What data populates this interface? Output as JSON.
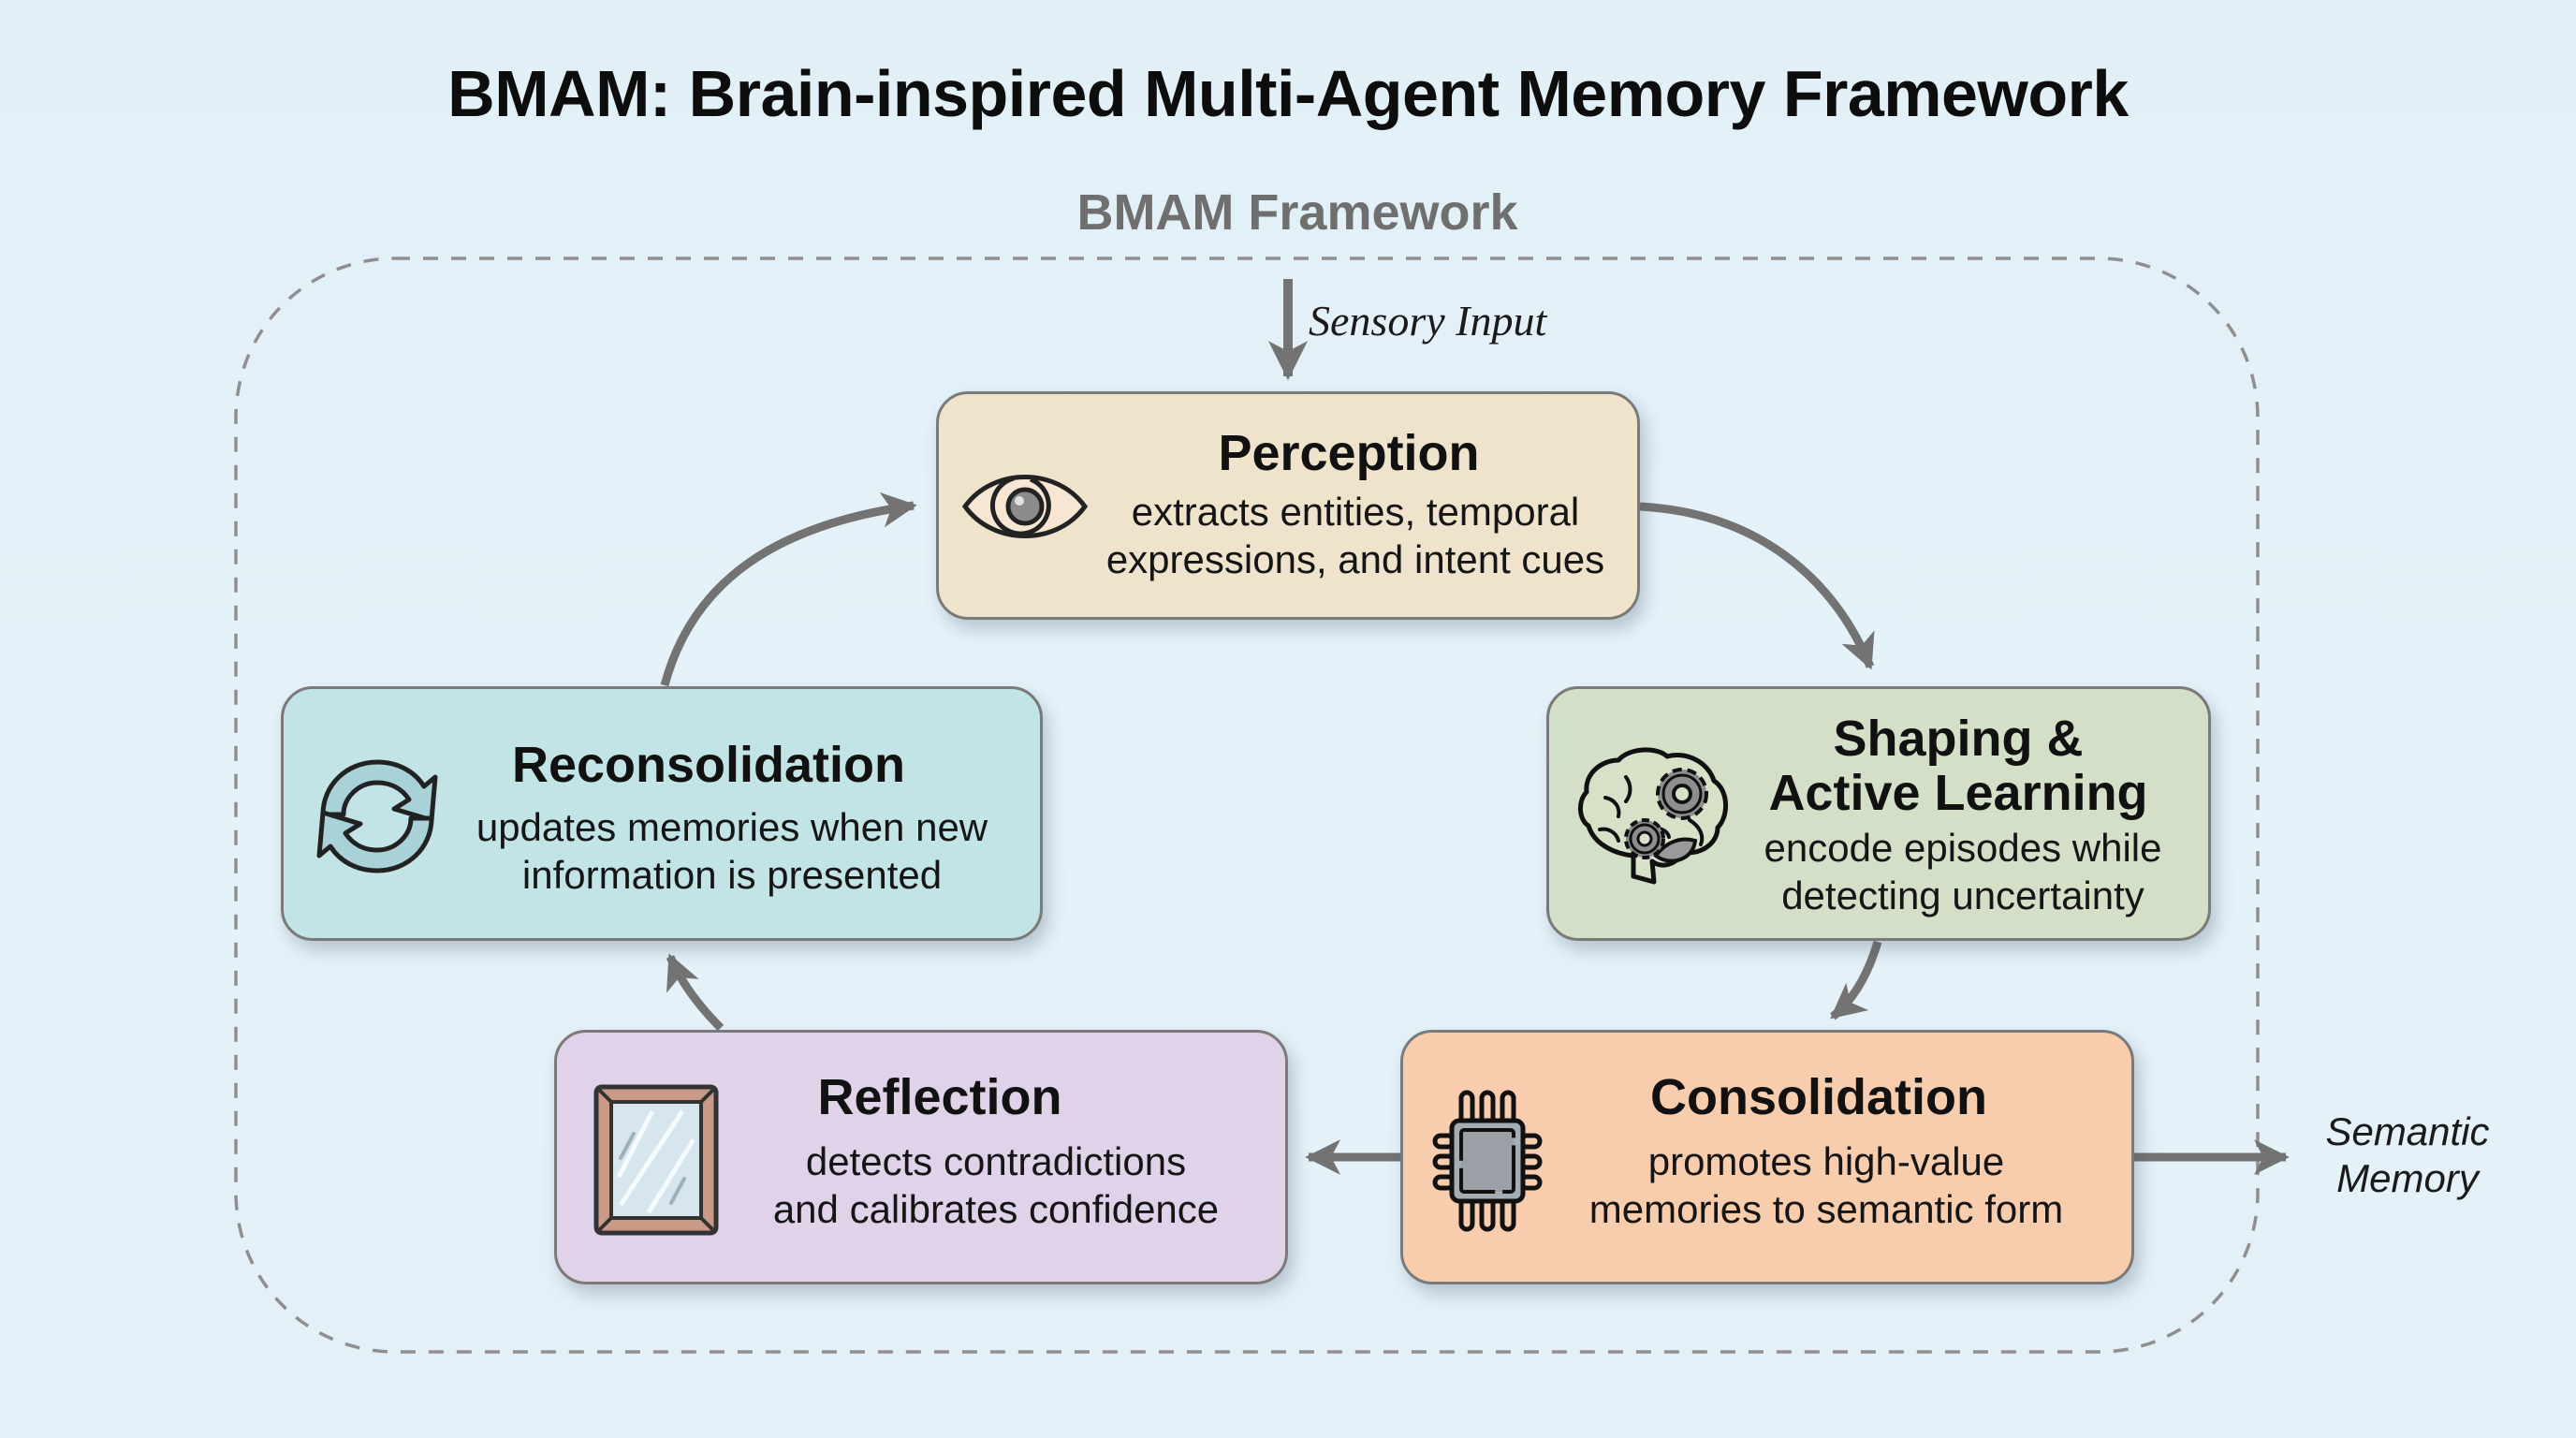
{
  "title": "BMAM: Brain-inspired Multi-Agent Memory Framework",
  "framework_label": "BMAM Framework",
  "input_label": "Sensory Input",
  "output_label_line1": "Semantic",
  "output_label_line2": "Memory",
  "colors": {
    "perception": "#efe3cc",
    "shaping": "#d3dfc6",
    "consolidation": "#f8cdae",
    "reflection": "#e0d2e8",
    "reconsolidation": "#c2e4e6",
    "arrow": "#737373",
    "dashed_border": "#8f8f8f"
  },
  "stages": {
    "perception": {
      "title": "Perception",
      "desc_line1": "extracts entities, temporal",
      "desc_line2": "expressions, and intent cues",
      "icon": "eye-icon"
    },
    "shaping": {
      "title_line1": "Shaping &",
      "title_line2": "Active Learning",
      "desc_line1": "encode episodes while",
      "desc_line2": "detecting uncertainty",
      "icon": "brain-gears-icon"
    },
    "consolidation": {
      "title": "Consolidation",
      "desc_line1": "promotes high-value",
      "desc_line2": "memories to semantic form",
      "icon": "chip-icon"
    },
    "reflection": {
      "title": "Reflection",
      "desc_line1": "detects contradictions",
      "desc_line2": "and calibrates confidence",
      "icon": "mirror-icon"
    },
    "reconsolidation": {
      "title": "Reconsolidation",
      "desc_line1": "updates memories when new",
      "desc_line2": "information is presented",
      "icon": "refresh-cycle-icon"
    }
  },
  "flow": [
    {
      "from": "sensory-input",
      "to": "perception"
    },
    {
      "from": "perception",
      "to": "shaping"
    },
    {
      "from": "shaping",
      "to": "consolidation"
    },
    {
      "from": "consolidation",
      "to": "reflection"
    },
    {
      "from": "consolidation",
      "to": "semantic-memory"
    },
    {
      "from": "reflection",
      "to": "reconsolidation"
    },
    {
      "from": "reconsolidation",
      "to": "perception"
    }
  ]
}
